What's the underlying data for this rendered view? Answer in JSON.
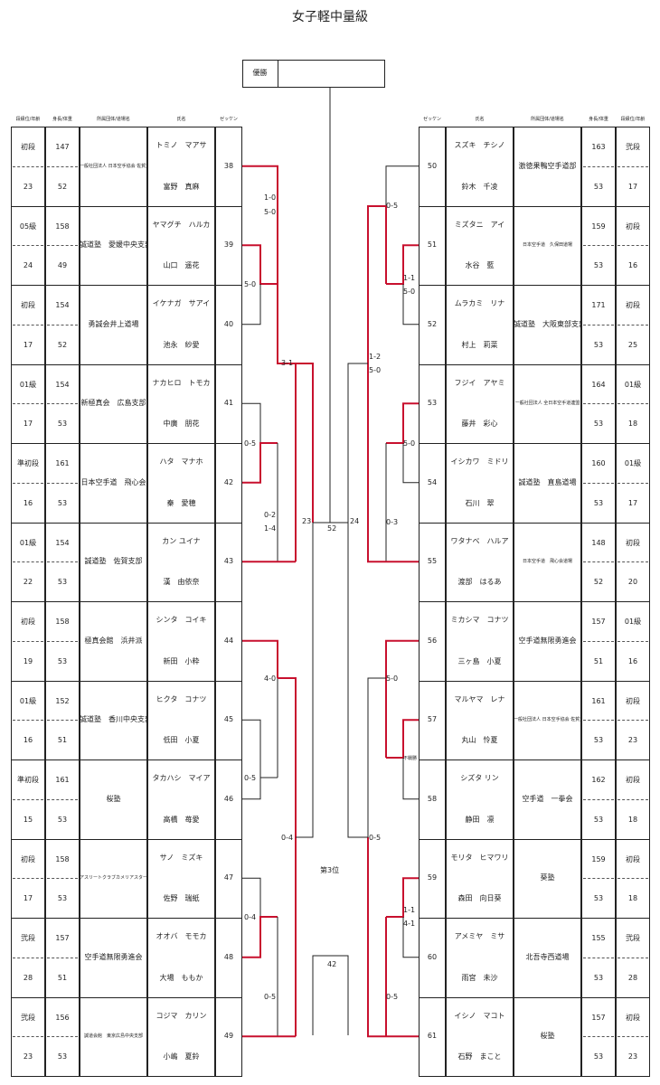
{
  "title": "女子軽中量級",
  "champion_label": "優勝",
  "headers": {
    "rank": "段級位/年齢",
    "body": "身長/体重",
    "affil": "所属団体/道場名",
    "name": "氏名",
    "zekken": "ゼッケン"
  },
  "left": [
    {
      "zekken": "38",
      "kana": "トミノ　マアサ",
      "kanji": "富野　真麻",
      "affil": "一般社団法人 日本空手協会 佐賀支部",
      "rank": "初段",
      "height": "147",
      "age": "23",
      "weight": "52"
    },
    {
      "zekken": "39",
      "kana": "ヤマグチ　ハルカ",
      "kanji": "山口　遥花",
      "affil": "誠道塾　愛媛中央支部",
      "rank": "05級",
      "height": "158",
      "age": "24",
      "weight": "49"
    },
    {
      "zekken": "40",
      "kana": "イケナガ　サアイ",
      "kanji": "池永　紗愛",
      "affil": "勇誠会井上道場",
      "rank": "初段",
      "height": "154",
      "age": "17",
      "weight": "52"
    },
    {
      "zekken": "41",
      "kana": "ナカヒロ　トモカ",
      "kanji": "中廣　朋花",
      "affil": "新極真会　広島支部",
      "rank": "01級",
      "height": "154",
      "age": "17",
      "weight": "53"
    },
    {
      "zekken": "42",
      "kana": "ハタ　マナホ",
      "kanji": "秦　愛穂",
      "affil": "日本空手道　飛心会",
      "rank": "準初段",
      "height": "161",
      "age": "16",
      "weight": "53"
    },
    {
      "zekken": "43",
      "kana": "カン ユイナ",
      "kanji": "漢　由依奈",
      "affil": "誠道塾　佐賀支部",
      "rank": "01級",
      "height": "154",
      "age": "22",
      "weight": "53"
    },
    {
      "zekken": "44",
      "kana": "シンタ　コイキ",
      "kanji": "新田　小粋",
      "affil": "極真会館　浜井派",
      "rank": "初段",
      "height": "158",
      "age": "19",
      "weight": "53"
    },
    {
      "zekken": "45",
      "kana": "ヒクタ　コナツ",
      "kanji": "低田　小夏",
      "affil": "誠道塾　香川中央支部",
      "rank": "01級",
      "height": "152",
      "age": "16",
      "weight": "51"
    },
    {
      "zekken": "46",
      "kana": "タカハシ　マイア",
      "kanji": "高橋　苺愛",
      "affil": "桜塾",
      "rank": "準初段",
      "height": "161",
      "age": "15",
      "weight": "53"
    },
    {
      "zekken": "47",
      "kana": "サノ　ミズキ",
      "kanji": "佐野　瑞紙",
      "affil": "アスリートクラブカメリアスター",
      "rank": "初段",
      "height": "158",
      "age": "17",
      "weight": "53"
    },
    {
      "zekken": "48",
      "kana": "オオバ　モモカ",
      "kanji": "大場　ももか",
      "affil": "空手道無限勇進会",
      "rank": "弐段",
      "height": "157",
      "age": "28",
      "weight": "51"
    },
    {
      "zekken": "49",
      "kana": "コジマ　カリン",
      "kanji": "小嶋　夏鈴",
      "affil": "誠道会館　東京広島中央支部",
      "rank": "弐段",
      "height": "156",
      "age": "23",
      "weight": "53"
    }
  ],
  "right": [
    {
      "zekken": "50",
      "kana": "スズキ　チシノ",
      "kanji": "鈴木　千凌",
      "affil": "激徳果鴨空手道部",
      "rank": "弐段",
      "height": "163",
      "age": "17",
      "weight": "53"
    },
    {
      "zekken": "51",
      "kana": "ミズタニ　アイ",
      "kanji": "水谷　藍",
      "affil": "日本空手道　久保田道場",
      "rank": "初段",
      "height": "159",
      "age": "16",
      "weight": "53"
    },
    {
      "zekken": "52",
      "kana": "ムラカミ　リナ",
      "kanji": "村上　莉菜",
      "affil": "誠道塾　大阪東部支部",
      "rank": "初段",
      "height": "171",
      "age": "25",
      "weight": "53"
    },
    {
      "zekken": "53",
      "kana": "フジイ　アヤミ",
      "kanji": "藤井　彩心",
      "affil": "一般社団法人 全日本空手道連盟",
      "rank": "01級",
      "height": "164",
      "age": "18",
      "weight": "53"
    },
    {
      "zekken": "54",
      "kana": "イシカワ　ミドリ",
      "kanji": "石川　翠",
      "affil": "誠道塾　直島道場",
      "rank": "01級",
      "height": "160",
      "age": "17",
      "weight": "53"
    },
    {
      "zekken": "55",
      "kana": "ワタナベ　ハルア",
      "kanji": "渡部　はるあ",
      "affil": "日本空手道　飛心会道場",
      "rank": "初段",
      "height": "148",
      "age": "20",
      "weight": "52"
    },
    {
      "zekken": "56",
      "kana": "ミカシマ　コナツ",
      "kanji": "三ヶ島　小夏",
      "affil": "空手道無限勇進会",
      "rank": "01級",
      "height": "157",
      "age": "16",
      "weight": "51"
    },
    {
      "zekken": "57",
      "kana": "マルヤマ　レナ",
      "kanji": "丸山　怜夏",
      "affil": "一般社団法人 日本空手協会 佐賀支部",
      "rank": "初段",
      "height": "161",
      "age": "23",
      "weight": "53"
    },
    {
      "zekken": "58",
      "kana": "シズタ リン",
      "kanji": "静田　凛",
      "affil": "空手道　一拳会",
      "rank": "初段",
      "height": "162",
      "age": "18",
      "weight": "53"
    },
    {
      "zekken": "59",
      "kana": "モリタ　ヒマワリ",
      "kanji": "森田　向日葵",
      "affil": "葵塾",
      "rank": "初段",
      "height": "159",
      "age": "18",
      "weight": "53"
    },
    {
      "zekken": "60",
      "kana": "アメミヤ　ミサ",
      "kanji": "雨宮　未沙",
      "affil": "北吾寺西道場",
      "rank": "弐段",
      "height": "155",
      "age": "28",
      "weight": "53"
    },
    {
      "zekken": "61",
      "kana": "イシノ　マコト",
      "kanji": "石野　まこと",
      "affil": "桜塾",
      "rank": "初段",
      "height": "157",
      "age": "23",
      "weight": "53"
    }
  ],
  "match_numbers": {
    "m23": "23",
    "m24": "24",
    "m52": "52",
    "m42": "42"
  },
  "third_place_label": "第3位",
  "scores": {
    "l_38_39a": "1-0",
    "l_38_39b": "5-0",
    "l_39_40": "5-0",
    "l_r1": "3-1",
    "l_41_42": "0-5",
    "l_42_43a": "0-2",
    "l_42_43b": "1-4",
    "l_44_45": "4-0",
    "l_45_46": "0-5",
    "l_r2": "0-4",
    "l_47_48": "0-4",
    "l_48_49": "0-5",
    "r_50_51": "0-5",
    "r_51_52a": "1-1",
    "r_51_52b": "5-0",
    "r_r1a": "1-2",
    "r_r1b": "5-0",
    "r_53_54": "5-0",
    "r_54_55": "0-3",
    "r_56_57": "5-0",
    "r_57_58": "不戦勝",
    "r_r2": "0-5",
    "r_59_60a": "1-1",
    "r_59_60b": "4-1",
    "r_60_61": "0-5"
  },
  "colors": {
    "winner_line": "#c8102e",
    "line": "#222222"
  }
}
